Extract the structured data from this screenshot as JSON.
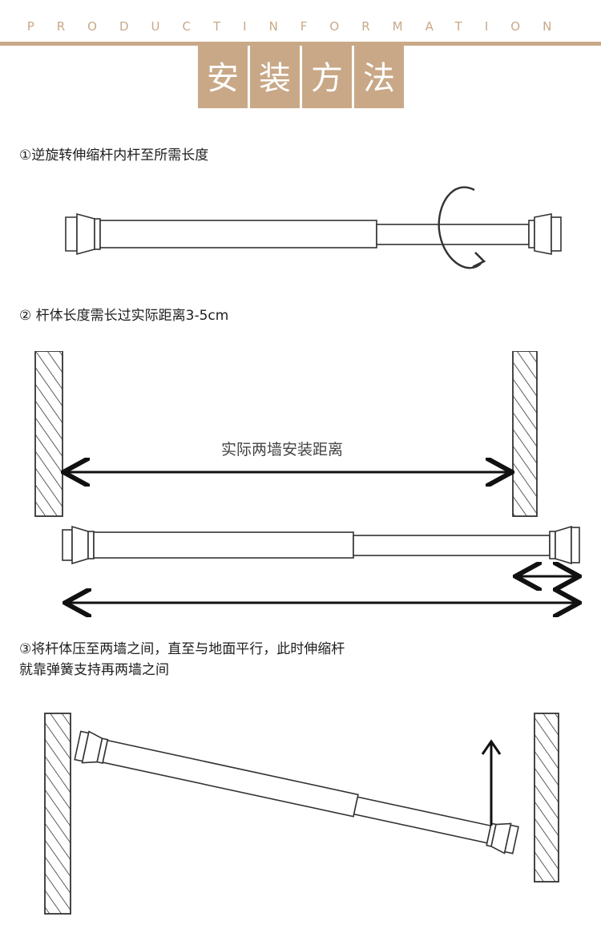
{
  "header": {
    "product_information": "PRODUCTINFORMATION",
    "title_chars": [
      "安",
      "装",
      "方",
      "法"
    ]
  },
  "steps": {
    "step1": "①逆旋转伸缩杆内杆至所需长度",
    "step2": "② 杆体长度需长过实际距离3-5cm",
    "step3_line1": "③将杆体压至两墙之间，直至与地面平行，此时伸缩杆",
    "step3_line2": "就靠弹簧支持再两墙之间"
  },
  "figure2": {
    "distance_label": "实际两墙安装距离"
  },
  "icons": {
    "rotate": "rotate-arrow-icon",
    "double_arrow": "double-arrow-icon",
    "up_arrow": "up-arrow-icon"
  },
  "colors": {
    "accent": "#c9a887",
    "line": "#333333"
  }
}
